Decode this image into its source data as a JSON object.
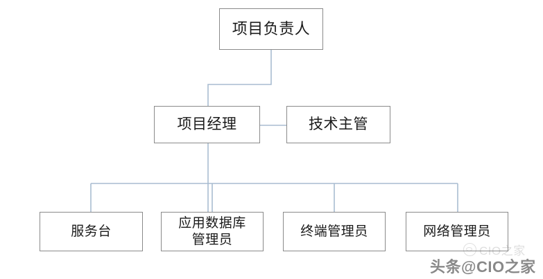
{
  "diagram": {
    "type": "org-chart",
    "orientation": "top-down",
    "background_color": "#ffffff",
    "box_border_color": "#8a8a8a",
    "connector_color": "#a8bcd0",
    "text_color": "#1a1a1a",
    "levels": 3,
    "nodes": {
      "root": {
        "label": "项目负责人"
      },
      "manager": {
        "label": "项目经理"
      },
      "tech_lead": {
        "label": "技术主管"
      },
      "service_desk": {
        "label": "服务台"
      },
      "app_db_admin": {
        "label": "应用数据库\n管理员"
      },
      "terminal_admin": {
        "label": "终端管理员"
      },
      "network_admin": {
        "label": "网络管理员"
      }
    },
    "edges": [
      {
        "from": "root",
        "to": "manager",
        "style": "elbow"
      },
      {
        "from": "manager",
        "to": "tech_lead",
        "style": "horizontal"
      },
      {
        "from": "manager",
        "to": "service_desk",
        "style": "bus"
      },
      {
        "from": "manager",
        "to": "app_db_admin",
        "style": "bus"
      },
      {
        "from": "manager",
        "to": "terminal_admin",
        "style": "bus"
      },
      {
        "from": "manager",
        "to": "network_admin",
        "style": "bus"
      }
    ]
  },
  "watermark": {
    "logo_text": "CIO之家",
    "main_text": "头条@CIO之家"
  }
}
